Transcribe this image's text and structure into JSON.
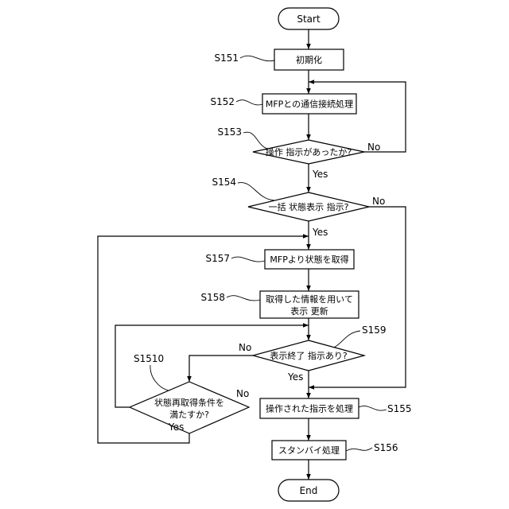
{
  "flowchart": {
    "start": "Start",
    "end": "End",
    "yes": "Yes",
    "no": "No",
    "s151": {
      "label": "S151",
      "text": "初期化"
    },
    "s152": {
      "label": "S152",
      "text": "MFPとの通信接続処理"
    },
    "s153": {
      "label": "S153",
      "text": "操作 指示があったか?"
    },
    "s154": {
      "label": "S154",
      "text": "一括 状態表示 指示?"
    },
    "s157": {
      "label": "S157",
      "text": "MFPより状態を取得"
    },
    "s158": {
      "label": "S158",
      "lines": [
        "取得した情報を用いて",
        "表示 更新"
      ]
    },
    "s159": {
      "label": "S159",
      "text": "表示終了 指示あり?"
    },
    "s1510": {
      "label": "S1510",
      "lines": [
        "状態再取得条件を",
        "満たすか?"
      ]
    },
    "s155": {
      "label": "S155",
      "text": "操作された指示を処理"
    },
    "s156": {
      "label": "S156",
      "text": "スタンバイ処理"
    }
  }
}
